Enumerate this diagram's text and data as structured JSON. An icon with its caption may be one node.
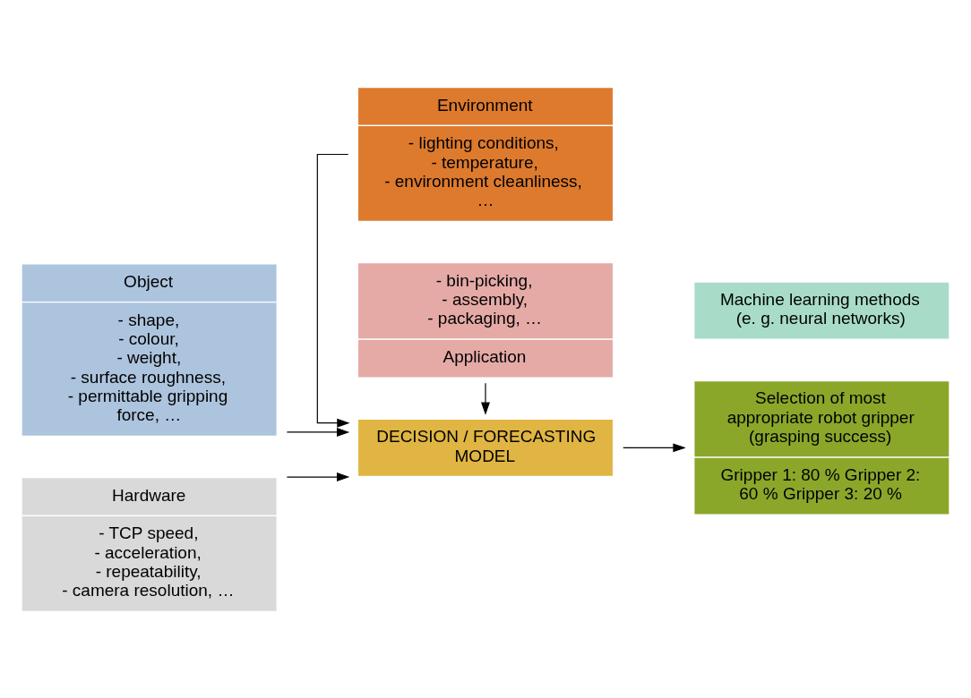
{
  "diagram": {
    "nodes": [
      {
        "text": [
          "Object",
          "- shape, - colour, - weight, - surface roughness, - permittable gripping force, …"
        ]
      },
      {
        "text": [
          "Hardware",
          "- TCP speed, - acceleration, - repeatability, - camera resolution, …"
        ]
      },
      {
        "text": [
          "Environment",
          "- lighting conditions, - temperature, - environment cleanliness, …"
        ]
      },
      {
        "text": [
          "DECISION / FORECASTING MODEL"
        ]
      },
      {
        "text": [
          "- bin-picking, - assembly, - packaging, …",
          "Application"
        ]
      },
      {
        "text": [
          "Selection of most appropriate robot gripper (grasping success)",
          "Gripper 1: 80 % Gripper 2: 60 % Gripper 3: 20 %"
        ]
      },
      {
        "text": [
          "Machine learning methods (e. g. neural networks)"
        ]
      }
    ],
    "edges": [
      {
        "from": 0,
        "to": 3,
        "arrow": "to"
      },
      {
        "from": 1,
        "to": 3,
        "arrow": "to"
      },
      {
        "from": 2,
        "to": 3,
        "arrow": "to"
      },
      {
        "from": 4,
        "to": 3,
        "arrow": "to"
      },
      {
        "from": 3,
        "to": 5,
        "arrow": "to"
      }
    ]
  }
}
